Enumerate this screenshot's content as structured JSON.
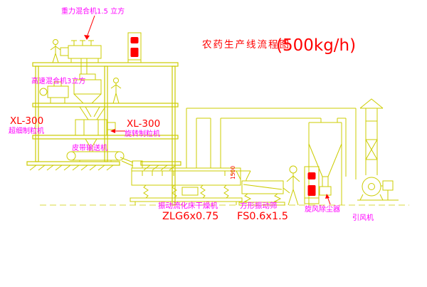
{
  "title": {
    "name": "农药生产线流程图",
    "capacity": "(500kg/h)"
  },
  "labels": {
    "top_mixer": "重力混合机1.5 立方",
    "high_speed_mixer": "高速混合机3立方",
    "left_granulator_model": "XL-300",
    "left_granulator_name": "超细制粒机",
    "rotary_granulator_model": "XL-300",
    "rotary_granulator_name": "旋转制粒机",
    "belt_conveyor": "皮带输送机",
    "dryer_name": "振动流化床干燥机",
    "dryer_model": "ZLG6x0.75",
    "screen_name": "方形振动筛",
    "screen_model": "FS0.6x1.5",
    "cyclone_name": "旋风除尘器",
    "fan_name": "引风机",
    "screen_dim": "1500"
  },
  "colors": {
    "line_yellow": "#cccc00",
    "label_magenta": "#ff00ff",
    "model_red": "#ff0000",
    "background": "#ffffff"
  }
}
